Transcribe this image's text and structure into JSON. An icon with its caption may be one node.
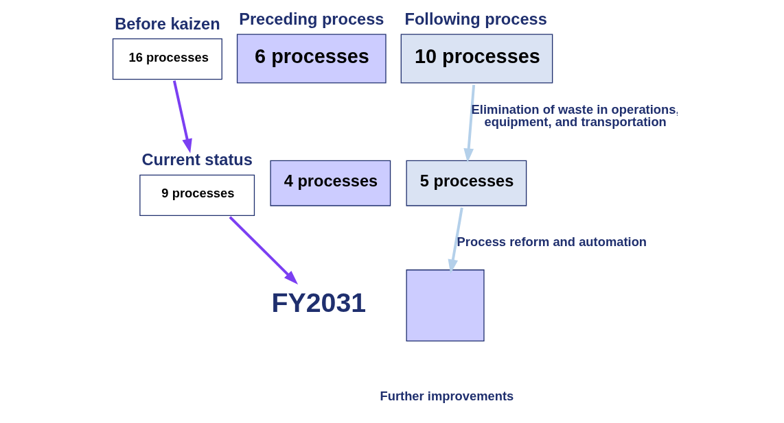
{
  "diagram": {
    "nodes": [
      {
        "text": [
          "16 processes"
        ],
        "beside": [
          "Before kaizen"
        ]
      },
      {
        "text": [
          "9 processes"
        ],
        "beside": [
          "Current status"
        ]
      },
      {
        "text": [
          "FY2031"
        ]
      },
      {
        "text": [
          "6 processes"
        ],
        "beside": [
          "Preceding process"
        ]
      },
      {
        "text": [
          "10 processes"
        ],
        "beside": [
          "Following process"
        ]
      },
      {
        "text": [
          "4 processes"
        ]
      },
      {
        "text": [
          "5 processes"
        ]
      },
      {
        "text": [],
        "shape": "box"
      }
    ],
    "edges": [
      {
        "from": 0,
        "to": 1,
        "arrow": "to",
        "color": "#7b3ff2"
      },
      {
        "from": 1,
        "to": 2,
        "arrow": "to",
        "color": "#7b3ff2"
      },
      {
        "from": 4,
        "to": 6,
        "arrow": "to",
        "color": "#b4d0ea",
        "label": "Elimination of waste in operations, equipment, and transportation"
      },
      {
        "from": 6,
        "to": 7,
        "arrow": "to",
        "color": "#b4d0ea",
        "label": "Process reform and automation"
      }
    ],
    "labels": [
      "Further improvements"
    ]
  }
}
